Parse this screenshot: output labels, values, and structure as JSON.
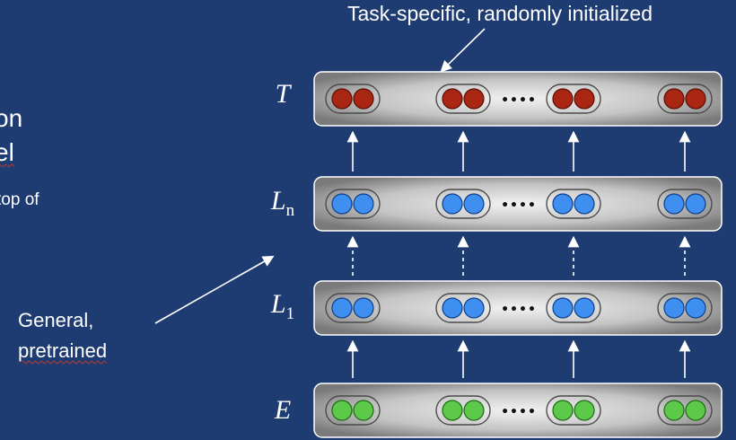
{
  "annotations": {
    "task_specific": "Task-specific, randomly initialized",
    "general_line1": "General,",
    "general_line2": "pretrained"
  },
  "cut_off_text": {
    "line1": "on",
    "line2": "el",
    "line3": "top of"
  },
  "layers": [
    {
      "id": "T",
      "label": "T",
      "sub": "",
      "dot_color": "#a82612",
      "dot_stroke": "#5a0f05"
    },
    {
      "id": "Ln",
      "label": "L",
      "sub": "n",
      "dot_color": "#3f8ff0",
      "dot_stroke": "#0e3f8a"
    },
    {
      "id": "L1",
      "label": "L",
      "sub": "1",
      "dot_color": "#3f8ff0",
      "dot_stroke": "#0e3f8a"
    },
    {
      "id": "E",
      "label": "E",
      "sub": "",
      "dot_color": "#5cc94a",
      "dot_stroke": "#1f6a14"
    }
  ],
  "ellipsis": "••••",
  "colors": {
    "background": "#1f3c72",
    "layer_box_edge": "#6f6f6f",
    "layer_box_center": "#f2f2f2",
    "arrow": "#ffffff"
  }
}
